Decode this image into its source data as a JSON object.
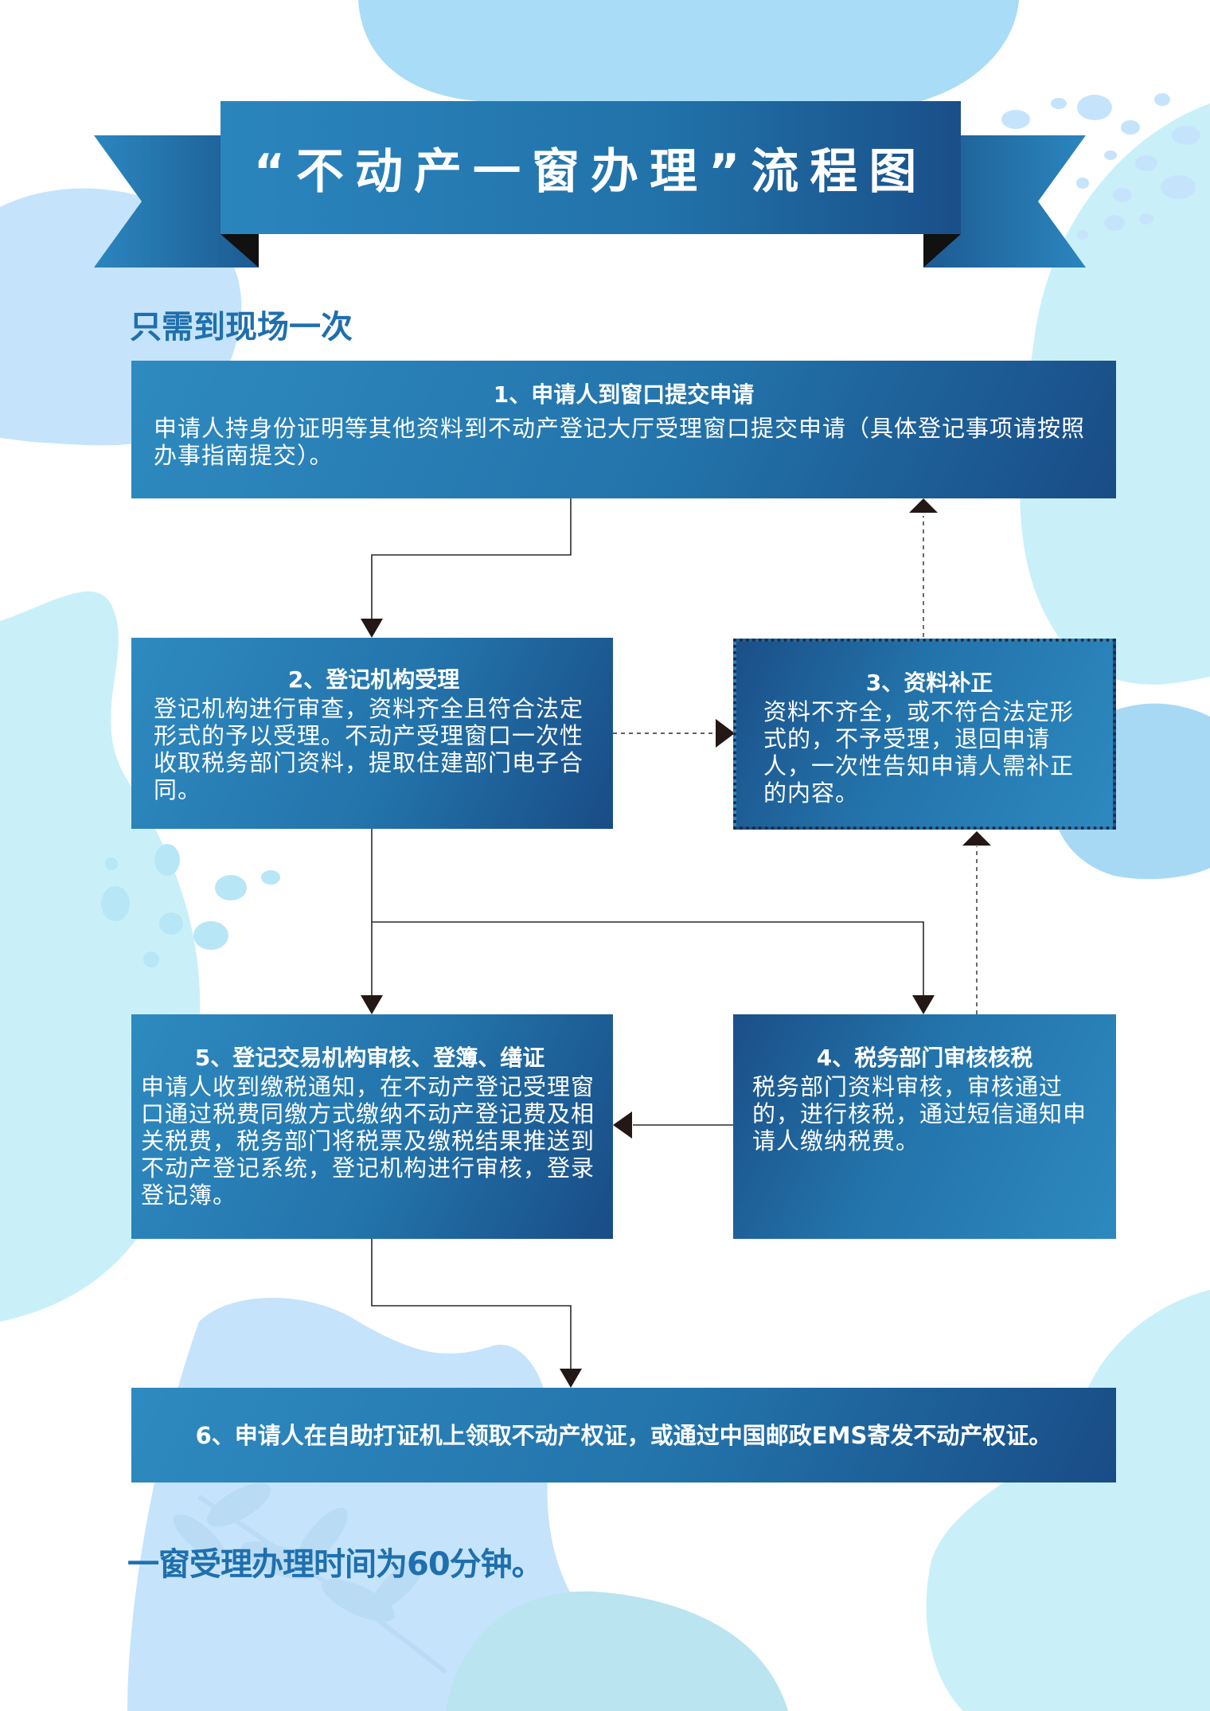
{
  "title": "“不动产一窗办理”流程图",
  "note_top": "只需到现场一次",
  "note_bottom": "一窗受理办理时间为60分钟。",
  "steps": [
    {
      "title": "1、申请人到窗口提交申请",
      "desc": "申请人持身份证明等其他资料到不动产登记大厅受理窗口提交申请（具体登记事项请按照办事指南提交）。"
    },
    {
      "title": "2、登记机构受理",
      "desc": "登记机构进行审查，资料齐全且符合法定形式的予以受理。不动产受理窗口一次性收取税务部门资料，提取住建部门电子合同。"
    },
    {
      "title": "3、资料补正",
      "desc": "资料不齐全，或不符合法定形式的，不予受理，退回申请人，一次性告知申请人需补正的内容。"
    },
    {
      "title": "4、税务部门审核核税",
      "desc": "税务部门资料审核，审核通过的，进行核税，通过短信通知申请人缴纳税费。"
    },
    {
      "title": "5、登记交易机构审核、登簿、缮证",
      "desc": "申请人收到缴税通知，在不动产登记受理窗口通过税费同缴方式缴纳不动产登记费及相关税费，税务部门将税票及缴税结果推送到不动产登记系统，登记机构进行审核，登录登记簿。"
    },
    {
      "title": "6、申请人在自助打证机上领取不动产权证，或通过中国邮政EMS寄发不动产权证。"
    }
  ],
  "colors": {
    "banner": "#2274ac",
    "box": "#2374ab",
    "accent_text": "#1f6fae",
    "bubble_light": "#c9f0f8",
    "bubble_blue": "#a7dbf5"
  }
}
